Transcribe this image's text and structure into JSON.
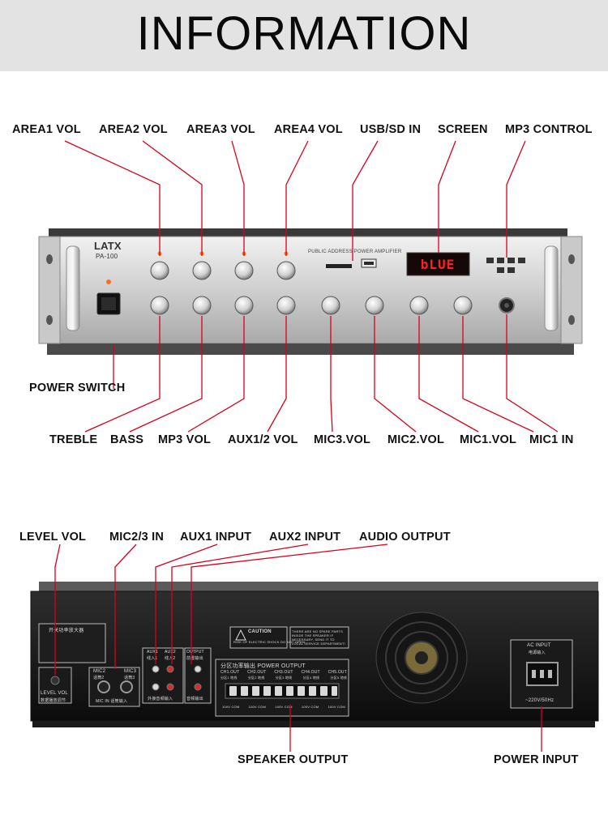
{
  "header": {
    "title": "INFORMATION"
  },
  "front": {
    "brand": "LATX",
    "model": "PA-100",
    "panel_caption": "PUBLIC ADDRESS POWER AMPLIFIER",
    "display_text": "bLUE",
    "labels": {
      "area1_vol": "AREA1 VOL",
      "area2_vol": "AREA2 VOL",
      "area3_vol": "AREA3 VOL",
      "area4_vol": "AREA4 VOL",
      "usb_sd_in": "USB/SD IN",
      "screen": "SCREEN",
      "mp3_control": "MP3 CONTROL",
      "power_switch": "POWER SWITCH",
      "treble": "TREBLE",
      "bass": "BASS",
      "mp3_vol": "MP3 VOL",
      "aux12_vol": "AUX1/2 VOL",
      "mic3_vol": "MIC3.VOL",
      "mic2_vol": "MIC2.VOL",
      "mic1_vol": "MIC1.VOL",
      "mic1_in": "MIC1 IN"
    }
  },
  "rear": {
    "plate_title": "开关功率放大器",
    "caution_title": "CAUTION",
    "caution_text": "RISK OF ELECTRIC SHOCK DO NOT OPEN",
    "warning_text": "THERE ARE NO SPARE PARTS INSIDE THE SPEAKER IF NECESSARY, SEND IT TO LOCAL SERVICE DEPARTMENT!",
    "level_vol_panel": "LEVEL VOL",
    "level_vol_cn": "数据播放调节",
    "mic2_panel": "MIC2",
    "mic3_panel": "MIC3",
    "mic2_cn": "话筒2",
    "mic3_cn": "话筒3",
    "mic_in_panel": "MIC IN 话筒输入",
    "aux1_panel": "AUX1",
    "aux2_panel": "AUX2",
    "aux1_cn": "线入1",
    "aux2_cn": "线入2",
    "aux_in_cn": "外接音频输入",
    "output_panel": "OUTPUT",
    "output_cn": "前置输出",
    "output_bottom_cn": "音频输出",
    "power_output_title": "分区功率输出 POWER OUTPUT",
    "channels": [
      "CH1.OUT",
      "CH2.OUT",
      "CH3.OUT",
      "CH4.OUT",
      "CH5.OUT"
    ],
    "channel_cn": [
      "分区1 地线",
      "分区2 地线",
      "分区3 地线",
      "分区4 地线",
      "分区5 地线"
    ],
    "channel_bottom": [
      "100V COM",
      "100V COM",
      "100V COM",
      "100V COM",
      "100V COM"
    ],
    "ac_input_panel": "AC INPUT",
    "ac_input_cn": "电源输入",
    "ac_rating": "~220V/50Hz",
    "labels": {
      "level_vol": "LEVEL VOL",
      "mic23_in": "MIC2/3 IN",
      "aux1_input": "AUX1 INPUT",
      "aux2_input": "AUX2 INPUT",
      "audio_output": "AUDIO OUTPUT",
      "speaker_output": "SPEAKER OUTPUT",
      "power_input": "POWER INPUT"
    }
  },
  "colors": {
    "callout_line": "#d9001b",
    "header_bg": "#e3e3e3",
    "display_red": "#ff2020"
  }
}
